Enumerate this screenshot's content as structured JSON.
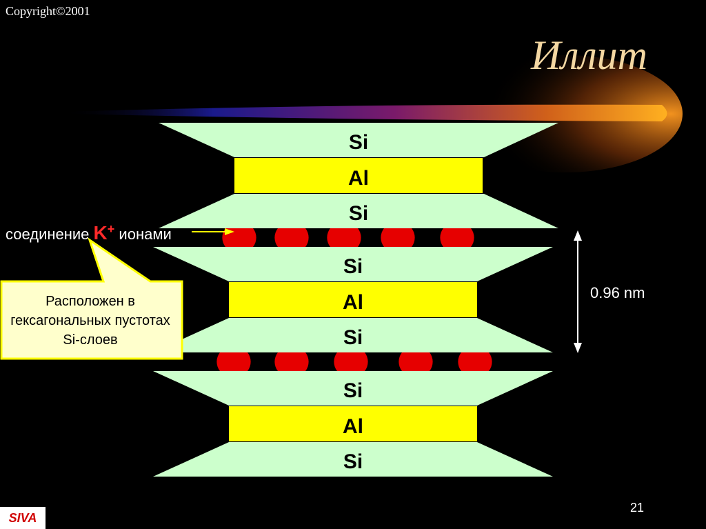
{
  "copyright": "Copyright©2001",
  "title": "Иллит",
  "slide_number": "21",
  "brand": "SIVA",
  "connection_label": {
    "prefix": "соединение",
    "ion": "K",
    "charge": "+",
    "suffix": "ионами"
  },
  "callout_text": "Расположен в гексагональных пустотах Si-слоев",
  "dimension_label": "0.96 nm",
  "layer_labels": [
    "Si",
    "Al",
    "Si",
    "Si",
    "Al",
    "Si",
    "Si",
    "Al",
    "Si"
  ],
  "colors": {
    "silicon_layer": "#ccffcc",
    "aluminum_layer": "#ffff00",
    "potassium_ion": "#e60000",
    "title": "#f3d7a2",
    "callout_fill": "#ffffcc",
    "callout_border": "#ffff00",
    "brand_text": "#d00000"
  }
}
